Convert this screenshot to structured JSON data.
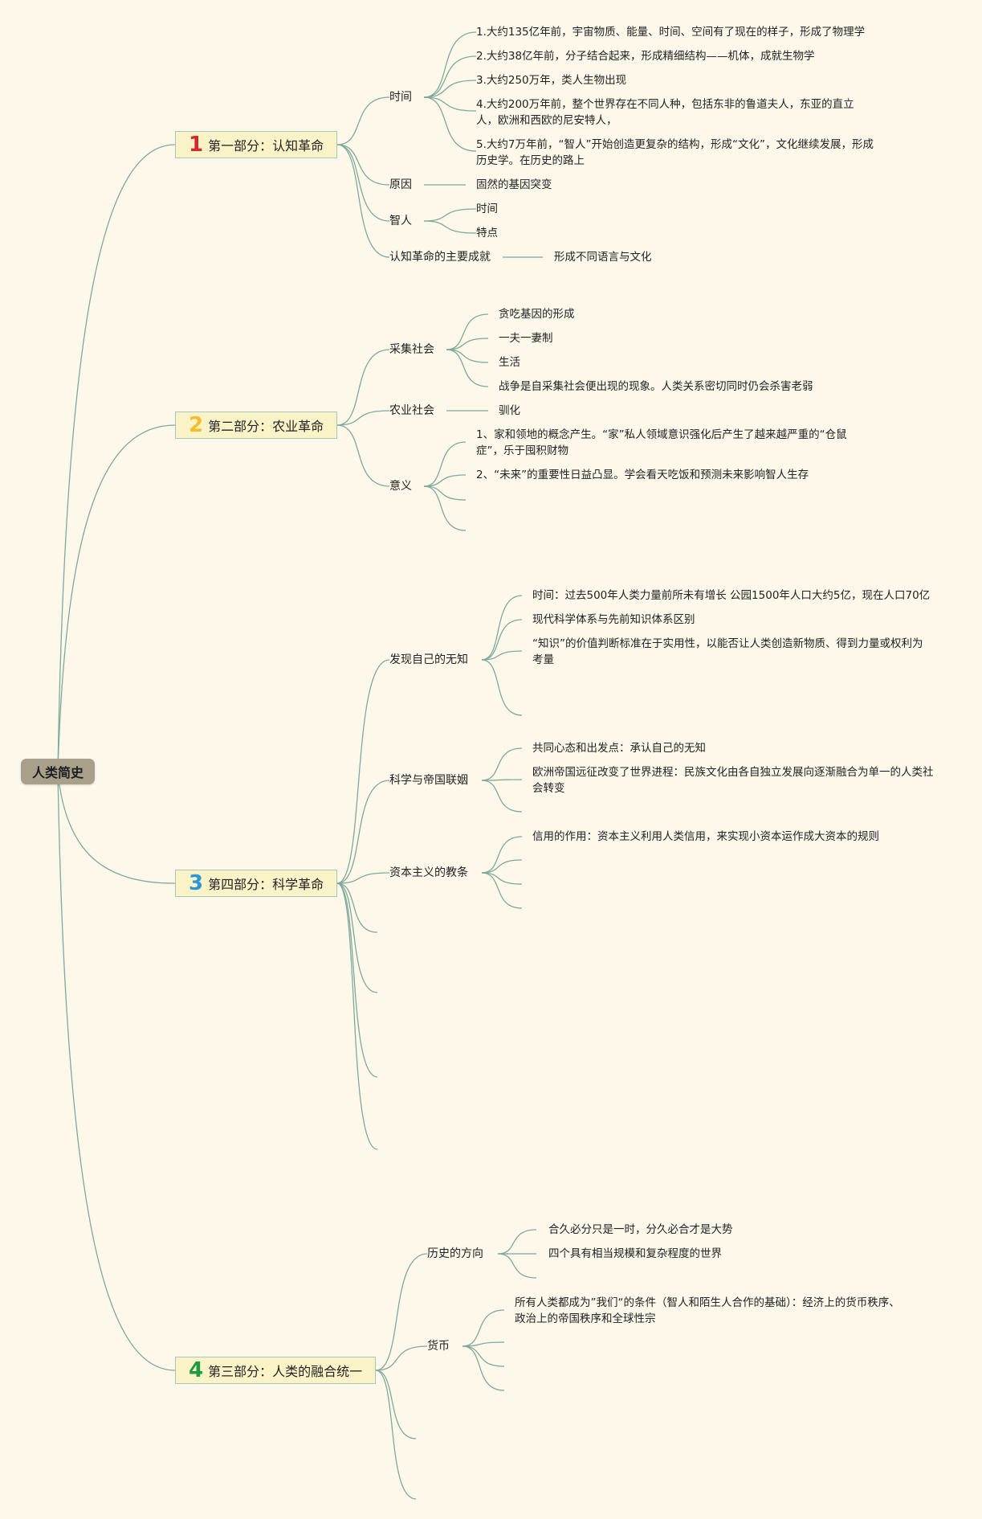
{
  "root": "人类简史",
  "branches": [
    {
      "num": "1",
      "title": "第一部分：认知革命",
      "children": [
        {
          "label": "时间",
          "children": [
            "1.大约135亿年前，宇宙物质、能量、时间、空间有了现在的样子，形成了物理学",
            "2.大约38亿年前，分子结合起来，形成精细结构——机体，成就生物学",
            "3.大约250万年，类人生物出现",
            "4.大约200万年前，整个世界存在不同人种，包括东非的鲁道夫人，东亚的直立人，欧洲和西欧的尼安特人，",
            "5.大约7万年前，“智人”开始创造更复杂的结构，形成“文化”，文化继续发展，形成历史学。在历史的路上"
          ]
        },
        {
          "label": "原因",
          "children": [
            "固然的基因突变"
          ]
        },
        {
          "label": "智人",
          "children": [
            "时间",
            "特点"
          ]
        },
        {
          "label": "认知革命的主要成就",
          "children": [
            "形成不同语言与文化"
          ]
        }
      ]
    },
    {
      "num": "2",
      "title": "第二部分：农业革命",
      "children": [
        {
          "label": "采集社会",
          "children": [
            "贪吃基因的形成",
            "一夫一妻制",
            "生活",
            "战争是自采集社会便出现的现象。人类关系密切同时仍会杀害老弱"
          ]
        },
        {
          "label": "农业社会",
          "children": [
            "驯化"
          ]
        },
        {
          "label": "意义",
          "children": [
            "1、家和领地的概念产生。“家”私人领域意识强化后产生了越来越严重的“仓鼠症”，乐于囤积财物",
            "2、“未来”的重要性日益凸显。学会看天吃饭和预测未来影响智人生存"
          ]
        }
      ]
    },
    {
      "num": "3",
      "title": "第四部分：科学革命",
      "children": [
        {
          "label": "发现自己的无知",
          "children": [
            "时间：过去500年人类力量前所未有增长  公园1500年人口大约5亿，现在人口70亿",
            "现代科学体系与先前知识体系区别",
            "“知识”的价值判断标准在于实用性，以能否让人类创造新物质、得到力量或权利为考量"
          ]
        },
        {
          "label": "科学与帝国联姻",
          "children": [
            "共同心态和出发点：承认自己的无知",
            "欧洲帝国远征改变了世界进程：民族文化由各自独立发展向逐渐融合为单一的人类社会转变"
          ]
        },
        {
          "label": "资本主义的教条",
          "children": [
            "信用的作用：资本主义利用人类信用，来实现小资本运作成大资本的规则"
          ]
        }
      ]
    },
    {
      "num": "4",
      "title": "第三部分：人类的融合统一",
      "children": [
        {
          "label": "历史的方向",
          "children": [
            "合久必分只是一时，分久必合才是大势",
            "四个具有相当规模和复杂程度的世界"
          ]
        },
        {
          "label": "货币",
          "children": [
            "所有人类都成为”我们“的条件（智人和陌生人合作的基础）：经济上的货币秩序、政治上的帝国秩序和全球性宗"
          ]
        }
      ]
    }
  ]
}
